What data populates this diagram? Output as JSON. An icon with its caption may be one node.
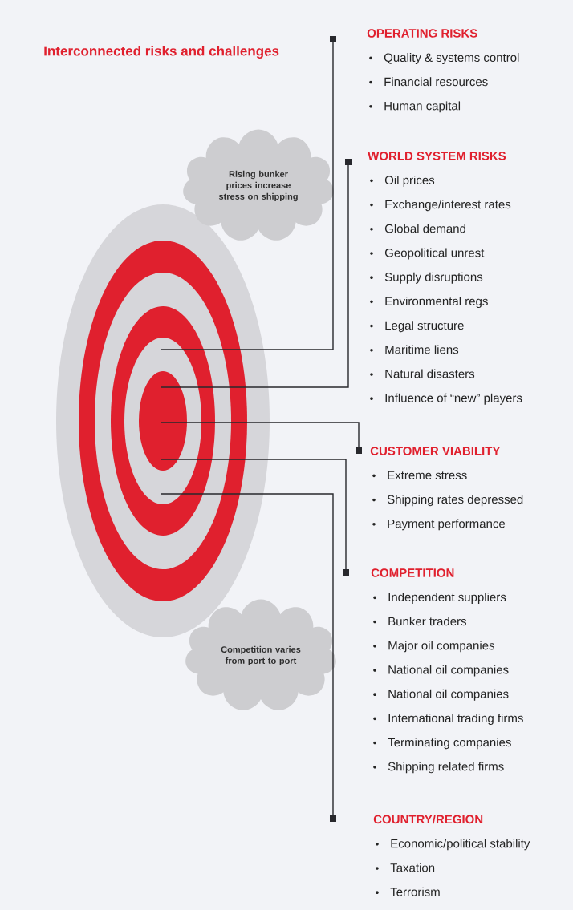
{
  "diagram": {
    "title": "Interconnected risks and challenges",
    "nodes": [
      {
        "text": [],
        "shape": "target"
      },
      {
        "text": [
          "OPERATING RISKS",
          "Quality & systems control",
          "Financial resources",
          "Human capital"
        ]
      },
      {
        "text": [
          "Rising bunker prices increase stress on shipping"
        ]
      },
      {
        "text": [
          "WORLD SYSTEM RISKS",
          "Oil prices",
          "Exchange/interest rates",
          "Global demand",
          "Geopolitical unrest",
          "Supply disruptions",
          "Environmental regs",
          "Legal structure",
          "Maritime liens",
          "Natural disasters",
          "Influence of “new” players"
        ]
      },
      {
        "text": [
          "CUSTOMER VIABILITY",
          "Extreme stress",
          "Shipping rates depressed",
          "Payment performance"
        ]
      },
      {
        "text": [
          "COMPETITION",
          "Independent suppliers",
          "Bunker traders",
          "Major oil companies",
          "National oil companies",
          "National oil companies",
          "International trading firms",
          "Terminating companies",
          "Shipping related firms"
        ]
      },
      {
        "text": [
          "Competition varies from port to port"
        ]
      },
      {
        "text": [
          "COUNTRY/REGION",
          "Economic/political stability",
          "Taxation",
          "Terrorism"
        ]
      }
    ],
    "edges": [
      {
        "from": 0,
        "to": 1,
        "arrow": "other"
      },
      {
        "from": 0,
        "to": 3,
        "arrow": "other"
      },
      {
        "from": 0,
        "to": 4,
        "arrow": "other"
      },
      {
        "from": 0,
        "to": 5,
        "arrow": "other"
      },
      {
        "from": 0,
        "to": 7,
        "arrow": "other"
      }
    ]
  }
}
